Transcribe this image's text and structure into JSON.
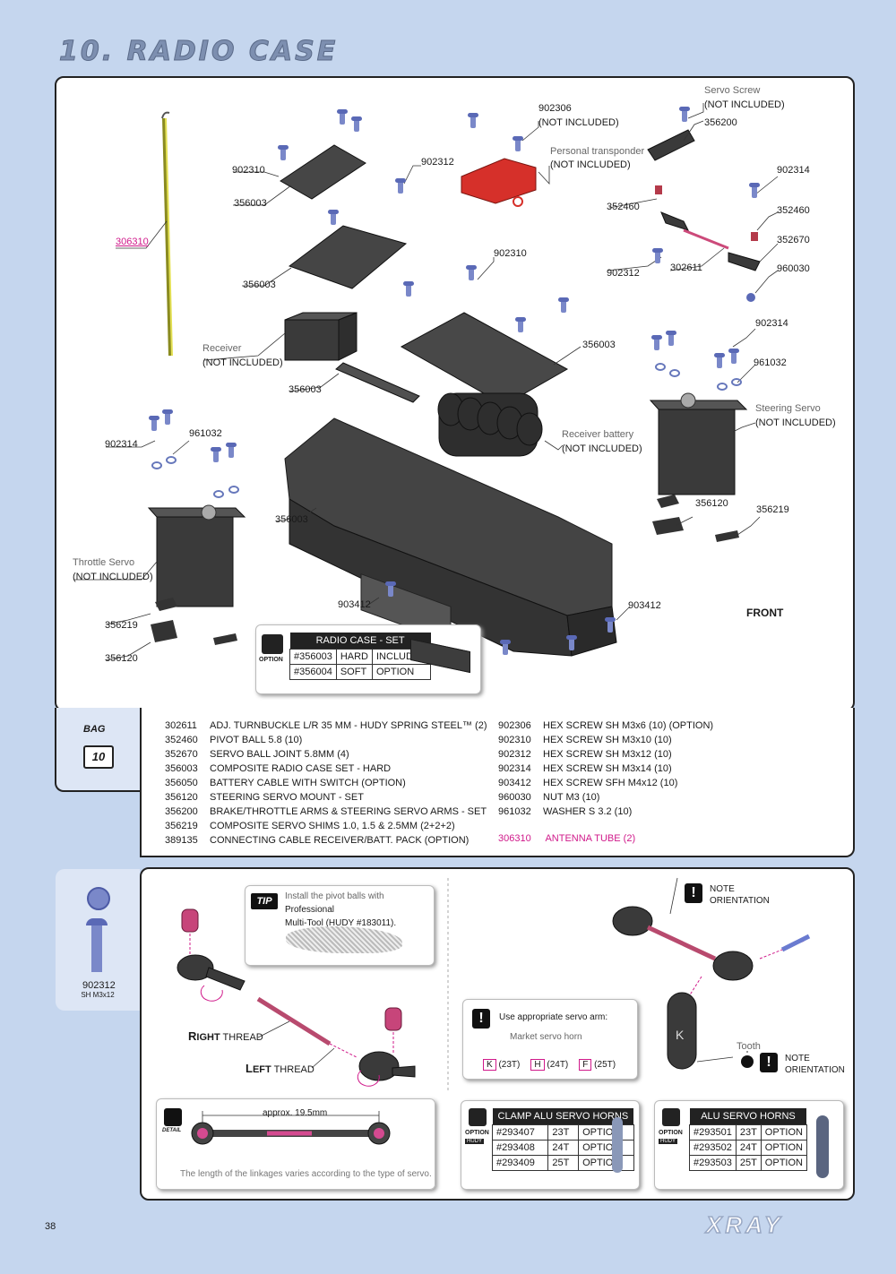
{
  "header": {
    "title": "10. RADIO CASE"
  },
  "diagram": {
    "labels": [
      {
        "id": "l1",
        "text": "Servo Screw",
        "style": "grey"
      },
      {
        "id": "l2",
        "text": "(NOT INCLUDED)"
      },
      {
        "id": "l3",
        "text": "356200"
      },
      {
        "id": "l4",
        "text": "902306"
      },
      {
        "id": "l5",
        "text": "(NOT INCLUDED)"
      },
      {
        "id": "l6",
        "text": "Personal transponder",
        "style": "grey"
      },
      {
        "id": "l7",
        "text": "(NOT INCLUDED)"
      },
      {
        "id": "l8",
        "text": "902312"
      },
      {
        "id": "l9",
        "text": "902310"
      },
      {
        "id": "l10",
        "text": "356003"
      },
      {
        "id": "l11",
        "text": "306310",
        "style": "pink"
      },
      {
        "id": "l12",
        "text": "356003"
      },
      {
        "id": "l13",
        "text": "902310"
      },
      {
        "id": "l14",
        "text": "902314"
      },
      {
        "id": "l15",
        "text": "352460"
      },
      {
        "id": "l16",
        "text": "352460"
      },
      {
        "id": "l17",
        "text": "352670"
      },
      {
        "id": "l18",
        "text": "902312"
      },
      {
        "id": "l19",
        "text": "302611"
      },
      {
        "id": "l20",
        "text": "960030"
      },
      {
        "id": "l21",
        "text": "Receiver",
        "style": "grey"
      },
      {
        "id": "l22",
        "text": "(NOT INCLUDED)"
      },
      {
        "id": "l23",
        "text": "356003"
      },
      {
        "id": "l24",
        "text": "356003"
      },
      {
        "id": "l25",
        "text": "902314"
      },
      {
        "id": "l26",
        "text": "961032"
      },
      {
        "id": "l27",
        "text": "Receiver battery",
        "style": "grey"
      },
      {
        "id": "l28",
        "text": "(NOT INCLUDED)"
      },
      {
        "id": "l29",
        "text": "Steering Servo",
        "style": "grey"
      },
      {
        "id": "l30",
        "text": "(NOT INCLUDED)"
      },
      {
        "id": "l31",
        "text": "902314"
      },
      {
        "id": "l32",
        "text": "961032"
      },
      {
        "id": "l33",
        "text": "356003"
      },
      {
        "id": "l34",
        "text": "356120"
      },
      {
        "id": "l35",
        "text": "356219"
      },
      {
        "id": "l36",
        "text": "Throttle Servo",
        "style": "grey"
      },
      {
        "id": "l37",
        "text": "(NOT INCLUDED)"
      },
      {
        "id": "l38",
        "text": "903412"
      },
      {
        "id": "l39",
        "text": "903412"
      },
      {
        "id": "l40",
        "text": "356219"
      },
      {
        "id": "l41",
        "text": "356120"
      }
    ],
    "front_label": "FRONT",
    "option_box": {
      "badge": "OPTION",
      "header": "RADIO CASE - SET",
      "rows": [
        [
          "#356003",
          "HARD",
          "INCLUDED"
        ],
        [
          "#356004",
          "SOFT",
          "OPTION"
        ]
      ]
    }
  },
  "bag": {
    "label": "BAG",
    "number": "10",
    "parts_left": [
      [
        "302611",
        "ADJ. TURNBUCKLE L/R 35 MM  - HUDY SPRING STEEL™ (2)"
      ],
      [
        "352460",
        "PIVOT BALL 5.8 (10)"
      ],
      [
        "352670",
        "SERVO BALL JOINT  5.8MM (4)"
      ],
      [
        "356003",
        "COMPOSITE RADIO CASE SET - HARD"
      ],
      [
        "356050",
        "BATTERY CABLE WITH SWITCH (OPTION)"
      ],
      [
        "356120",
        "STEERING SERVO MOUNT - SET"
      ],
      [
        "356200",
        "BRAKE/THROTTLE ARMS & STEERING SERVO ARMS - SET"
      ],
      [
        "356219",
        "COMPOSITE SERVO SHIMS 1.0, 1.5 & 2.5MM (2+2+2)"
      ],
      [
        "389135",
        "CONNECTING CABLE  RECEIVER/BATT. PACK (OPTION)"
      ]
    ],
    "parts_right": [
      [
        "902306",
        "HEX SCREW  SH M3x6  (10) (OPTION)"
      ],
      [
        "902310",
        "HEX SCREW  SH M3x10  (10)"
      ],
      [
        "902312",
        "HEX SCREW  SH M3x12  (10)"
      ],
      [
        "902314",
        "HEX SCREW  SH M3x14  (10)"
      ],
      [
        "903412",
        "HEX SCREW  SFH M4x12  (10)"
      ],
      [
        "960030",
        "NUT M3  (10)"
      ],
      [
        "961032",
        "WASHER S 3.2 (10)"
      ]
    ],
    "highlight_part": [
      "306310",
      "ANTENNA TUBE (2)"
    ]
  },
  "screw_ref": {
    "code": "902312",
    "desc": "SH M3x12"
  },
  "bottom": {
    "tip_badge": "TIP",
    "tip_text_1": "Install the pivot balls with ",
    "tip_text_bold": "Professional",
    "tip_text_2": "Multi-Tool (HUDY #183011).",
    "right_thread_cap": "R",
    "right_thread_bold": "IGHT",
    "right_thread_rest": " THREAD",
    "left_thread_cap": "L",
    "left_thread_bold": "EFT",
    "left_thread_rest": " THREAD",
    "detail_badge": "DETAIL",
    "detail_measure": "approx. 19.5mm",
    "detail_note": "The length of the linkages varies according to the type of servo.",
    "note1": "NOTE\nORIENTATION",
    "note1_line1": "NOTE",
    "note1_line2": "ORIENTATION",
    "note_icon": "!",
    "servo_arm_text": "Use appropriate servo arm:",
    "market_horn": "Market servo horn",
    "horns": [
      {
        "letter": "K",
        "teeth": "(23T)"
      },
      {
        "letter": "H",
        "teeth": "(24T)"
      },
      {
        "letter": "F",
        "teeth": "(25T)"
      }
    ],
    "tooth_label": "Tooth",
    "note2_line1": "NOTE",
    "note2_line2": "ORIENTATION",
    "clamp_table": {
      "badge": "OPTION",
      "brand": "HUDY",
      "header": "CLAMP ALU SERVO HORNS",
      "rows": [
        [
          "#293407",
          "23T",
          "OPTION"
        ],
        [
          "#293408",
          "24T",
          "OPTION"
        ],
        [
          "#293409",
          "25T",
          "OPTION"
        ]
      ]
    },
    "alu_table": {
      "badge": "OPTION",
      "brand": "HUDY",
      "header": "ALU SERVO HORNS",
      "rows": [
        [
          "#293501",
          "23T",
          "OPTION"
        ],
        [
          "#293502",
          "24T",
          "OPTION"
        ],
        [
          "#293503",
          "25T",
          "OPTION"
        ]
      ]
    }
  },
  "footer": {
    "page_number": "38",
    "brand": "XRAY"
  }
}
